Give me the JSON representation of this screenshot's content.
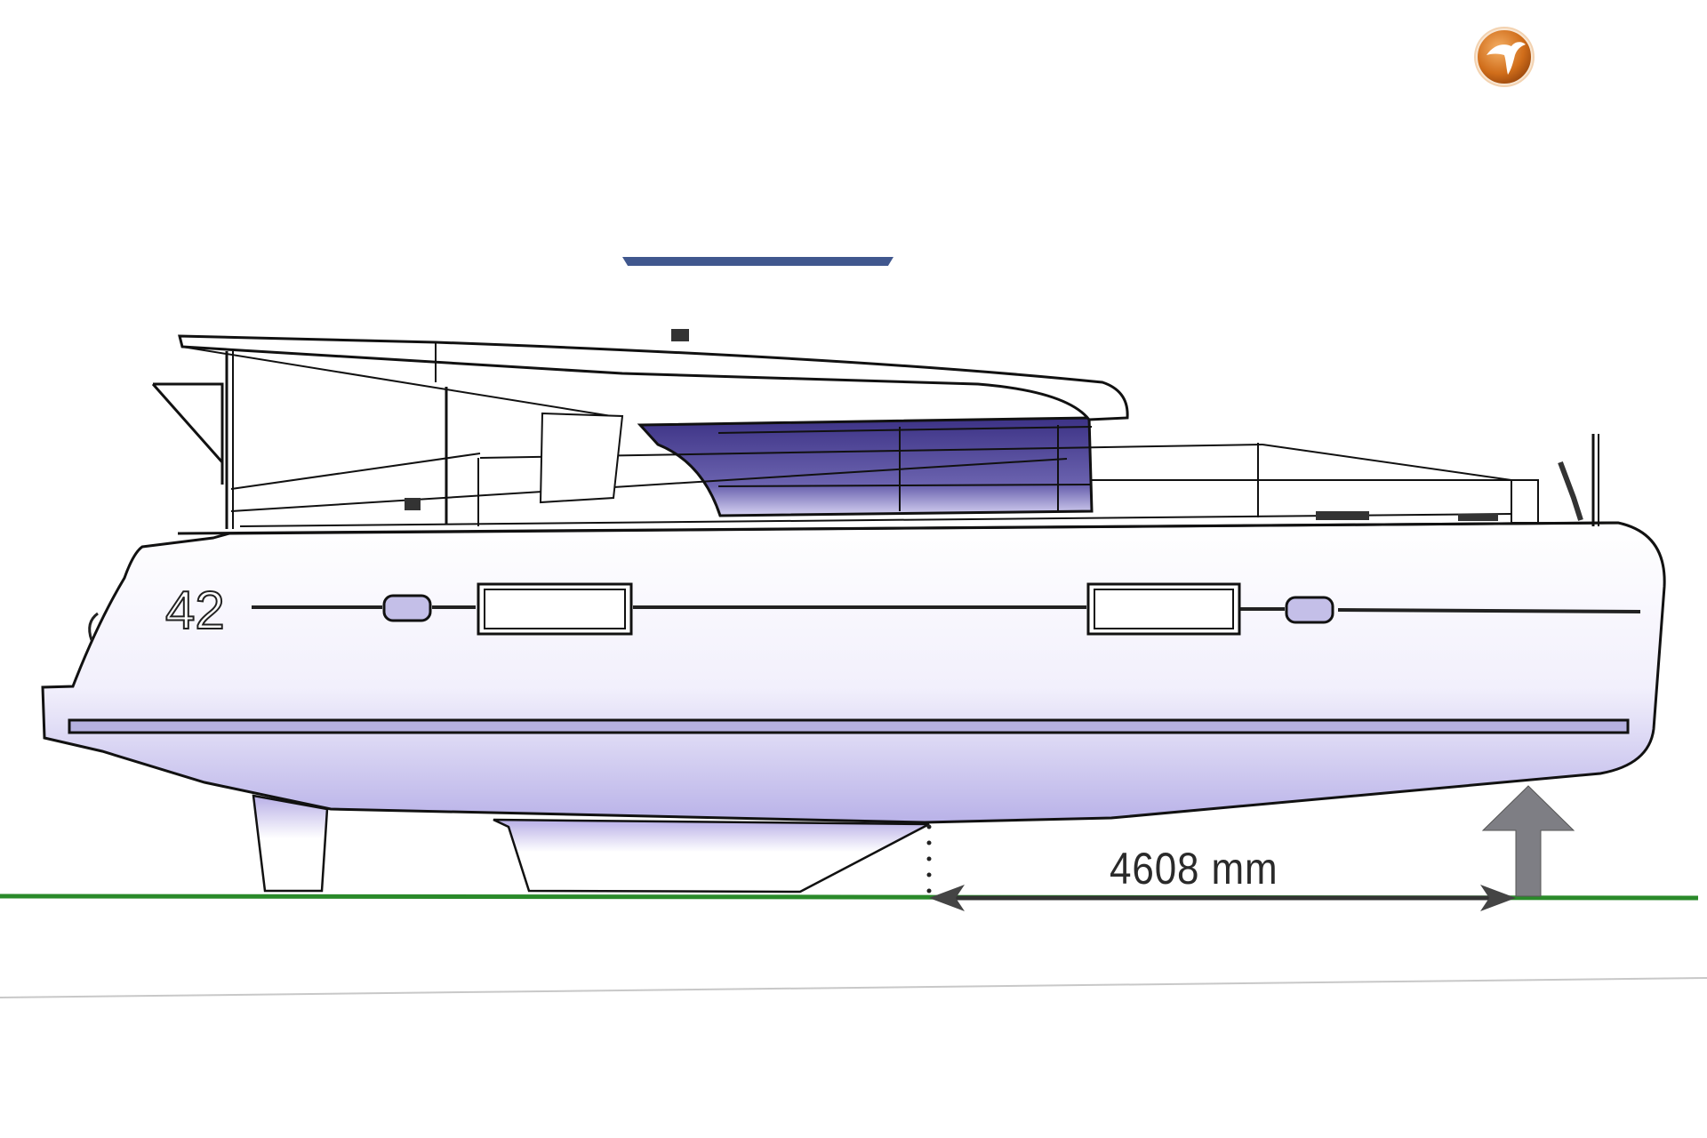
{
  "drawing": {
    "subject": "Catamaran side profile",
    "hull_number": "42",
    "dimension": {
      "value": "4608",
      "unit": "mm",
      "label": "4608 mm"
    },
    "header_text_cut": "(cropped blue title text)"
  },
  "logo": {
    "icon": "bird-icon",
    "color": "#d9822b"
  },
  "colors": {
    "waterline": "#2a8a2a",
    "hull_shade": "#b8b2e6",
    "window_tint": "#4a3f8f",
    "arrow": "#7a7a80",
    "outline": "#1a1a1a"
  }
}
